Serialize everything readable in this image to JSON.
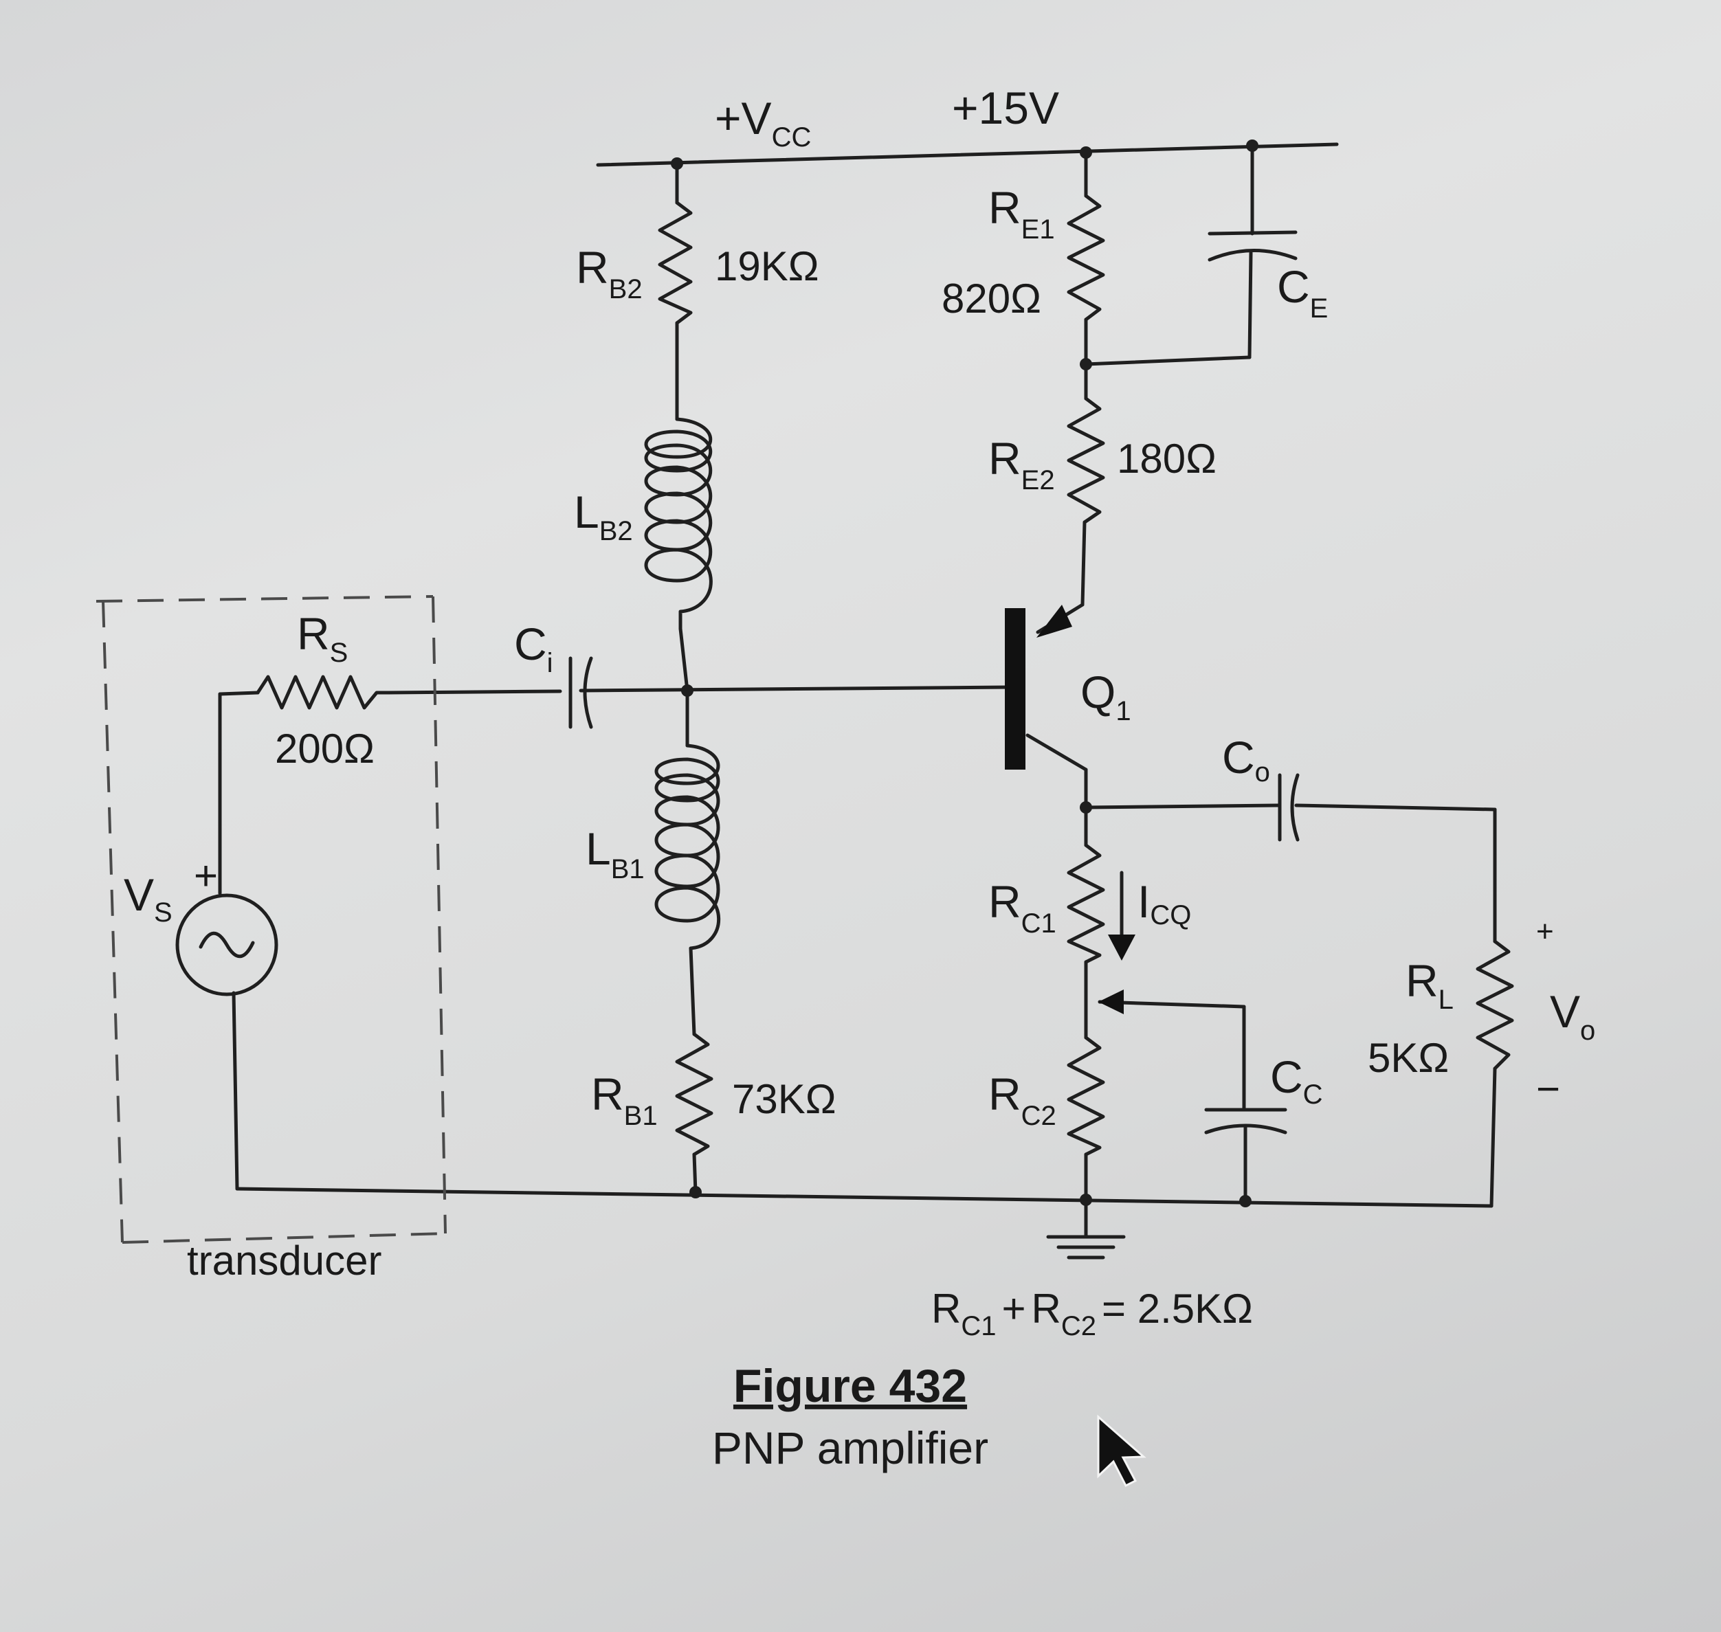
{
  "supply": {
    "vcc_label": "+V",
    "vcc_sub": "CC",
    "voltage": "+15V"
  },
  "components": {
    "rb2": {
      "label": "R",
      "sub": "B2",
      "value": "19KΩ"
    },
    "re1": {
      "label": "R",
      "sub": "E1",
      "value": "820Ω"
    },
    "ce": {
      "label": "C",
      "sub": "E"
    },
    "re2": {
      "label": "R",
      "sub": "E2",
      "value": "180Ω"
    },
    "lb2": {
      "label": "L",
      "sub": "B2"
    },
    "rs": {
      "label": "R",
      "sub": "S",
      "value": "200Ω"
    },
    "ci": {
      "label": "C",
      "sub": "i"
    },
    "q1": {
      "label": "Q",
      "sub": "1"
    },
    "co": {
      "label": "C",
      "sub": "o"
    },
    "lb1": {
      "label": "L",
      "sub": "B1"
    },
    "vs": {
      "label": "V",
      "sub": "S",
      "polarity": "+"
    },
    "rc1": {
      "label": "R",
      "sub": "C1"
    },
    "icq": {
      "label": "I",
      "sub": "CQ"
    },
    "rl": {
      "label": "R",
      "sub": "L",
      "value": "5KΩ"
    },
    "vo": {
      "label": "V",
      "sub": "o",
      "plus": "+",
      "minus": "−"
    },
    "rb1": {
      "label": "R",
      "sub": "B1",
      "value": "73KΩ"
    },
    "rc2": {
      "label": "R",
      "sub": "C2"
    },
    "cc": {
      "label": "C",
      "sub": "C"
    }
  },
  "transducer_label": "transducer",
  "equation": {
    "r1": "R",
    "r1_sub": "C1",
    "plus": "+",
    "r2": "R",
    "r2_sub": "C2",
    "rhs": "= 2.5KΩ"
  },
  "caption": {
    "title": "Figure 432",
    "subtitle": "PNP amplifier"
  }
}
